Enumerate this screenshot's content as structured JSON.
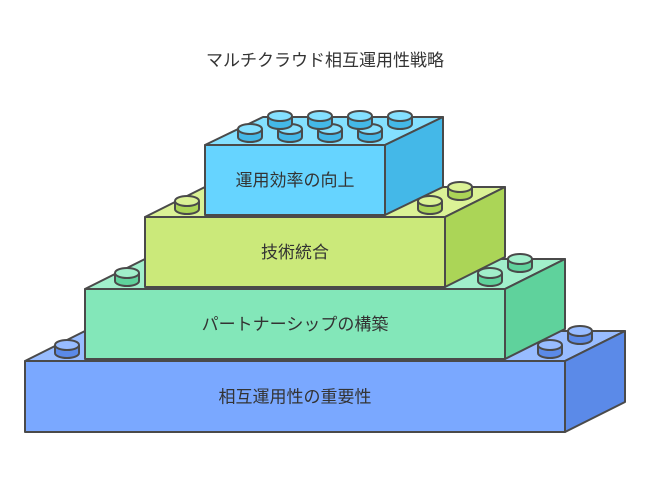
{
  "title": "マルチクラウド相互運用性戦略",
  "layers": [
    {
      "label": "運用効率の向上",
      "front": "#66d4ff",
      "side": "#44b8e8",
      "top": "#84e0ff",
      "stud": "#44b8e8"
    },
    {
      "label": "技術統合",
      "front": "#cbe97a",
      "side": "#abd557",
      "top": "#dbf296",
      "stud": "#abd557"
    },
    {
      "label": "パートナーシップの構築",
      "front": "#83e7b9",
      "side": "#5fd29c",
      "top": "#a1efcb",
      "stud": "#5fd29c"
    },
    {
      "label": "相互運用性の重要性",
      "front": "#7aa8ff",
      "side": "#5b8ae8",
      "top": "#98bcff",
      "stud": "#5b8ae8"
    }
  ]
}
